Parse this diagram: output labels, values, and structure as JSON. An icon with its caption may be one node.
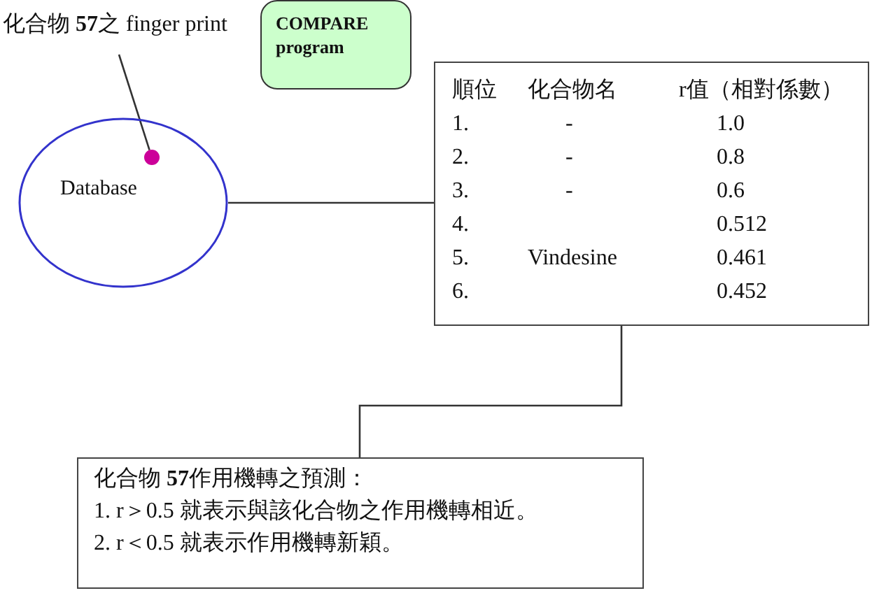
{
  "diagram": {
    "nodes": [
      {
        "text": [
          "化合物 **57**之 finger print"
        ]
      },
      {
        "text": [
          "COMPARE program"
        ]
      },
      {
        "text": [
          "Database"
        ]
      },
      {
        "text": [],
        "shape": "circle",
        "in": 2
      },
      {
        "text": [
          "順位",
          "化合物名",
          "r值（相對係數）",
          "1.",
          "-",
          "1.0",
          "2.",
          "-",
          "0.8",
          "3.",
          "-",
          "0.6",
          "4.",
          "0.512",
          "5.",
          "Vindesine",
          "0.461",
          "6.",
          "0.452"
        ]
      },
      {
        "text": [
          "化合物 **57**作用機轉之預測：",
          "1. r＞0.5 就表示與該化合物之作用機轉相近。",
          "2. r＜0.5 就表示作用機轉新穎。"
        ]
      }
    ],
    "edges": [
      {
        "from": 0,
        "to": 3,
        "arrow": "none"
      },
      {
        "from": 2,
        "to": 4,
        "arrow": "none"
      },
      {
        "from": 4,
        "to": 5,
        "arrow": "none"
      }
    ]
  }
}
